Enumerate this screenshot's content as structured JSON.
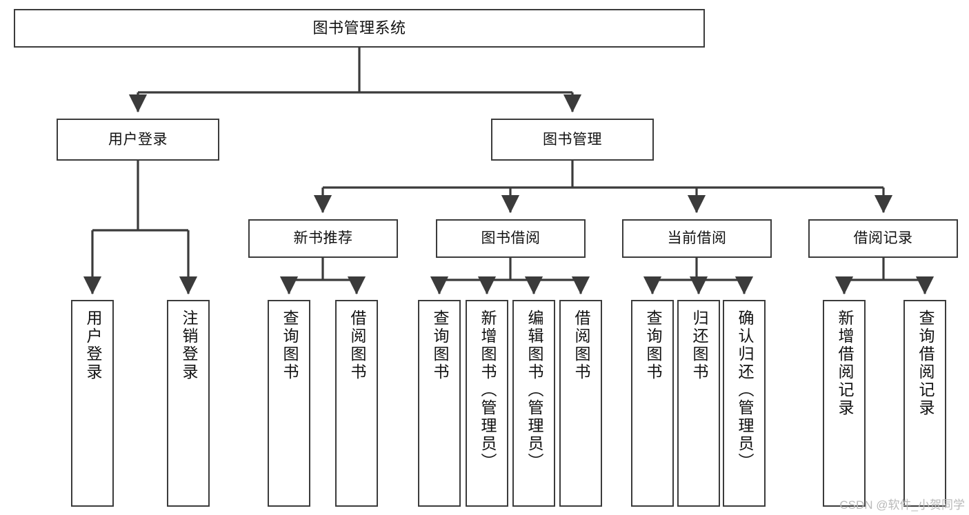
{
  "diagram": {
    "type": "tree-flowchart",
    "orientation": "top-down",
    "colors": {
      "background": "#ffffff",
      "box_border": "#3b3b3b",
      "box_fill": "#ffffff",
      "text": "#111111",
      "connector": "#3b3b3b",
      "watermark": "#b9b9b9"
    },
    "root": {
      "label": "图书管理系统"
    },
    "level1": [
      {
        "label": "用户登录"
      },
      {
        "label": "图书管理"
      }
    ],
    "level2": [
      {
        "label": "新书推荐"
      },
      {
        "label": "图书借阅"
      },
      {
        "label": "当前借阅"
      },
      {
        "label": "借阅记录"
      }
    ],
    "leaves": {
      "user_login": [
        {
          "label": "用户登录"
        },
        {
          "label": "注销登录"
        }
      ],
      "new_book_recommend": [
        {
          "label": "查询图书"
        },
        {
          "label": "借阅图书"
        }
      ],
      "book_borrow": [
        {
          "label": "查询图书"
        },
        {
          "label": "新增图书（管理员）"
        },
        {
          "label": "编辑图书（管理员）"
        },
        {
          "label": "借阅图书"
        }
      ],
      "current_borrow": [
        {
          "label": "查询图书"
        },
        {
          "label": "归还图书"
        },
        {
          "label": "确认归还（管理员）"
        }
      ],
      "borrow_records": [
        {
          "label": "新增借阅记录"
        },
        {
          "label": "查询借阅记录"
        }
      ]
    }
  },
  "watermark": {
    "text": "CSDN @软件_小贺同学"
  }
}
